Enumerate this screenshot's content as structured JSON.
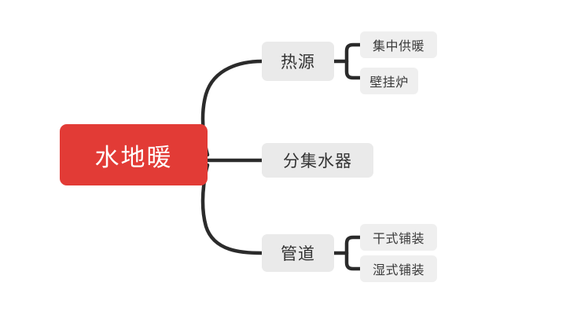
{
  "diagram": {
    "type": "mindmap",
    "background_color": "#FFFFFF",
    "root": {
      "label": "水地暖",
      "color": "#E23B36",
      "text_color": "#FFFFFF"
    },
    "branch_color": "#EAEAEA",
    "leaf_color": "#EFEFEF",
    "edge_color": "#2B2B2B",
    "branches": [
      {
        "label": "热源",
        "leaves": [
          {
            "label": "集中供暖"
          },
          {
            "label": "壁挂炉"
          }
        ]
      },
      {
        "label": "分集水器",
        "leaves": []
      },
      {
        "label": "管道",
        "leaves": [
          {
            "label": "干式铺装"
          },
          {
            "label": "湿式铺装"
          }
        ]
      }
    ]
  }
}
